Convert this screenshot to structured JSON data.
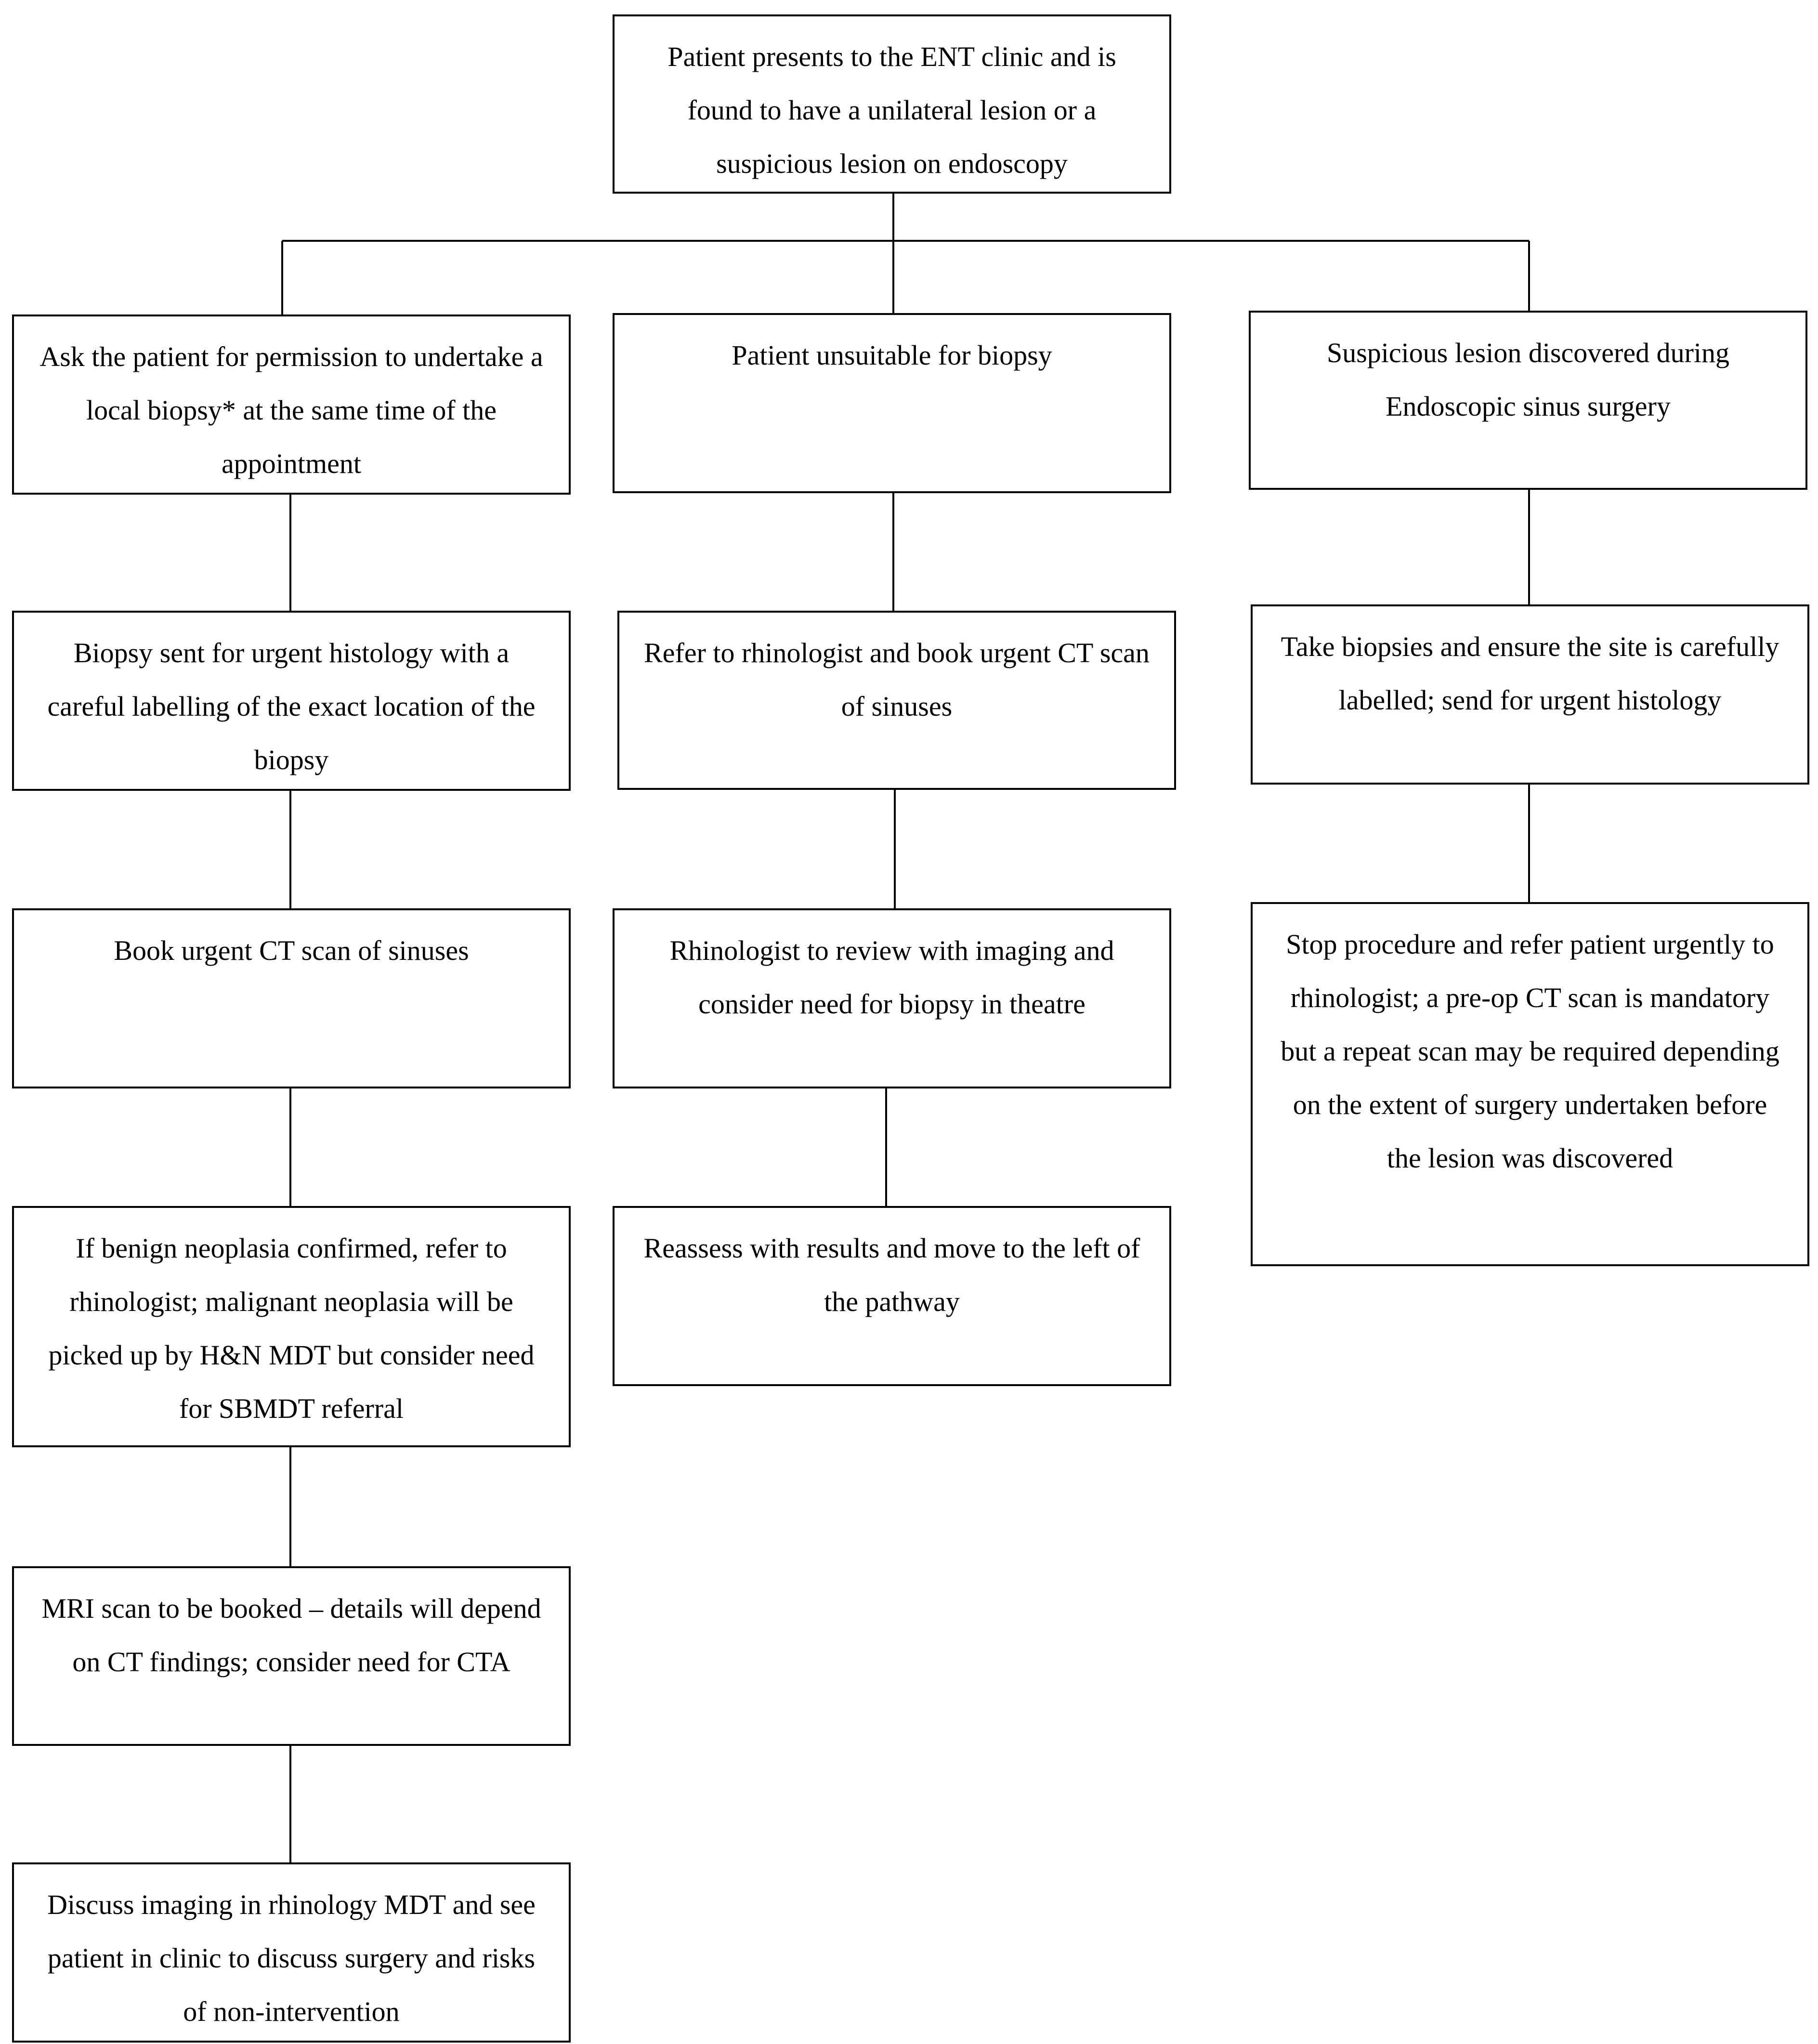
{
  "flowchart": {
    "start": "Patient presents to the ENT clinic and is found to have a unilateral lesion or a suspicious lesion on endoscopy",
    "left_branch": {
      "step1": "Ask the patient for permission to undertake a local biopsy* at the same time of the appointment",
      "step2": "Biopsy sent for urgent histology with a careful labelling of the exact location of the biopsy",
      "step3": "Book urgent CT scan of sinuses",
      "step4": "If benign neoplasia confirmed, refer to rhinologist; malignant neoplasia will be picked up by H&N MDT but consider need for SBMDT referral",
      "step5": "MRI scan to be booked – details will depend on CT findings; consider need for CTA",
      "step6": "Discuss imaging in rhinology MDT and see patient in clinic to discuss surgery and risks of non-intervention"
    },
    "middle_branch": {
      "step1": "Patient unsuitable for biopsy",
      "step2": "Refer to rhinologist and book urgent CT scan of sinuses",
      "step3": "Rhinologist to review with imaging and consider need for biopsy in theatre",
      "step4": "Reassess with results and move to the left of the pathway"
    },
    "right_branch": {
      "step1": "Suspicious lesion discovered during Endoscopic sinus surgery",
      "step2": "Take biopsies and ensure the site is carefully labelled; send for urgent histology",
      "step3": "Stop procedure and refer patient urgently to rhinologist; a pre-op CT scan is mandatory but a repeat scan may be required depending on the extent of surgery undertaken before the lesion was discovered"
    }
  }
}
